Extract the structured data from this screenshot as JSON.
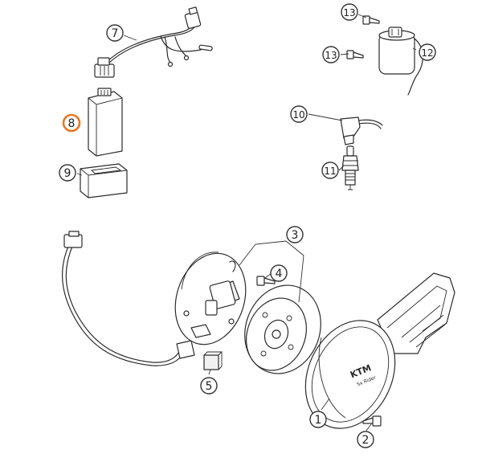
{
  "diagram": {
    "type": "exploded-parts-diagram",
    "highlight_color": "#e87722",
    "callouts": [
      {
        "id": "1",
        "label": "1"
      },
      {
        "id": "2",
        "label": "2"
      },
      {
        "id": "3",
        "label": "3"
      },
      {
        "id": "4",
        "label": "4"
      },
      {
        "id": "5",
        "label": "5"
      },
      {
        "id": "7",
        "label": "7"
      },
      {
        "id": "8",
        "label": "8",
        "highlighted": true
      },
      {
        "id": "9",
        "label": "9"
      },
      {
        "id": "10",
        "label": "10"
      },
      {
        "id": "11",
        "label": "11"
      },
      {
        "id": "12",
        "label": "12"
      },
      {
        "id": "13a",
        "label": "13"
      },
      {
        "id": "13b",
        "label": "13"
      }
    ],
    "cover_logo": {
      "brand": "KTM",
      "tagline": "Sx Rider"
    }
  }
}
